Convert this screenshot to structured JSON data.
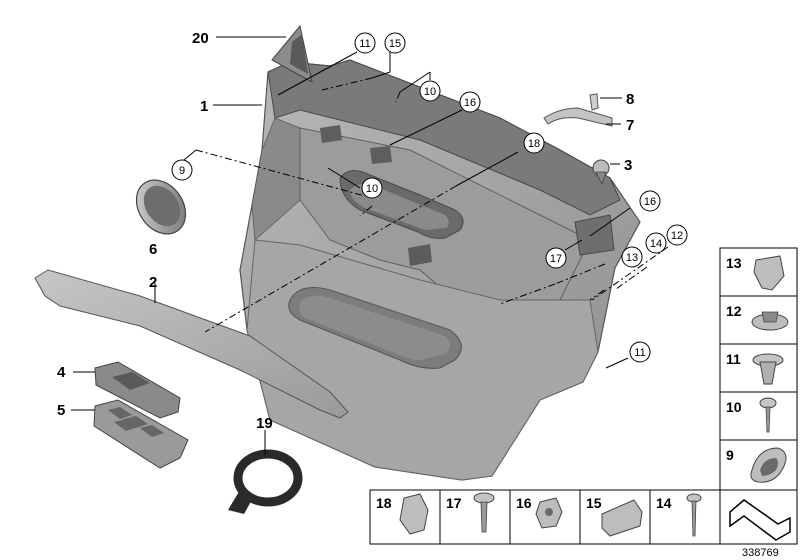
{
  "diagram_number": "338769",
  "callouts": {
    "c20": "20",
    "c1": "1",
    "c11a": "11",
    "c15": "15",
    "c10a": "10",
    "c16a": "16",
    "c8": "8",
    "c7": "7",
    "c18": "18",
    "c3": "3",
    "c9": "9",
    "c10b": "10",
    "c16b": "16",
    "c12a": "12",
    "c14a": "14",
    "c13a": "13",
    "c17a": "17",
    "c6": "6",
    "c2": "2",
    "c4": "4",
    "c5": "5",
    "c11b": "11",
    "c19": "19"
  },
  "side_panel": [
    "13",
    "12",
    "11",
    "10",
    "9"
  ],
  "bottom_panel": [
    "18",
    "17",
    "16",
    "15",
    "14"
  ]
}
